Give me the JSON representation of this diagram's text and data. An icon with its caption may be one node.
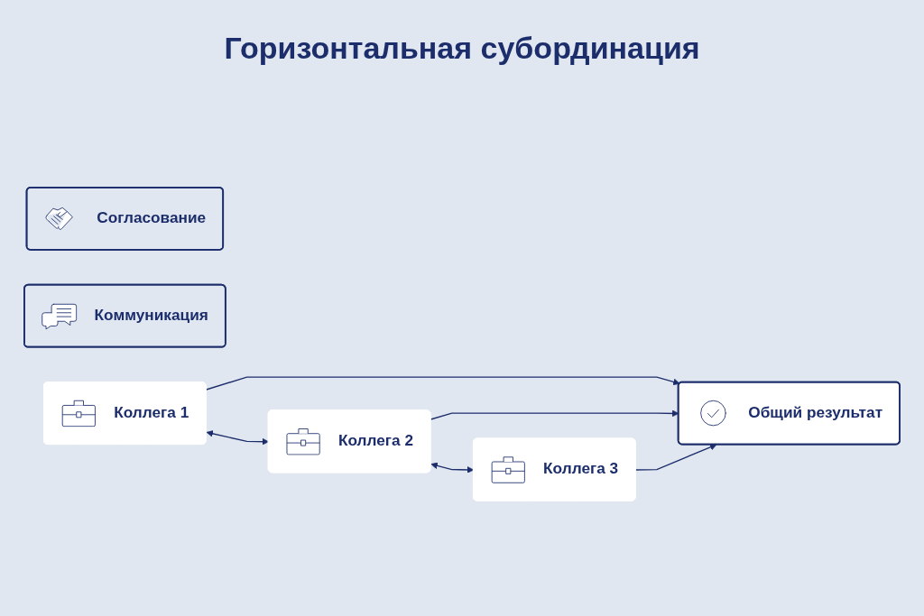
{
  "diagram": {
    "title": "Горизонтальная субординация",
    "nodes": [
      {
        "text": [
          "Согласование"
        ]
      },
      {
        "text": [
          "Коммуникация"
        ]
      },
      {
        "text": [
          "Коллега 1"
        ]
      },
      {
        "text": [
          "Коллега 2"
        ]
      },
      {
        "text": [
          "Коллега 3"
        ]
      },
      {
        "text": [
          "Общий результат"
        ]
      }
    ],
    "edges": [
      {
        "from": 2,
        "to": 3,
        "arrow": "both"
      },
      {
        "from": 3,
        "to": 4,
        "arrow": "both"
      },
      {
        "from": 2,
        "to": 5,
        "arrow": "to"
      },
      {
        "from": 3,
        "to": 5,
        "arrow": "to"
      },
      {
        "from": 4,
        "to": 5,
        "arrow": "to"
      }
    ]
  }
}
